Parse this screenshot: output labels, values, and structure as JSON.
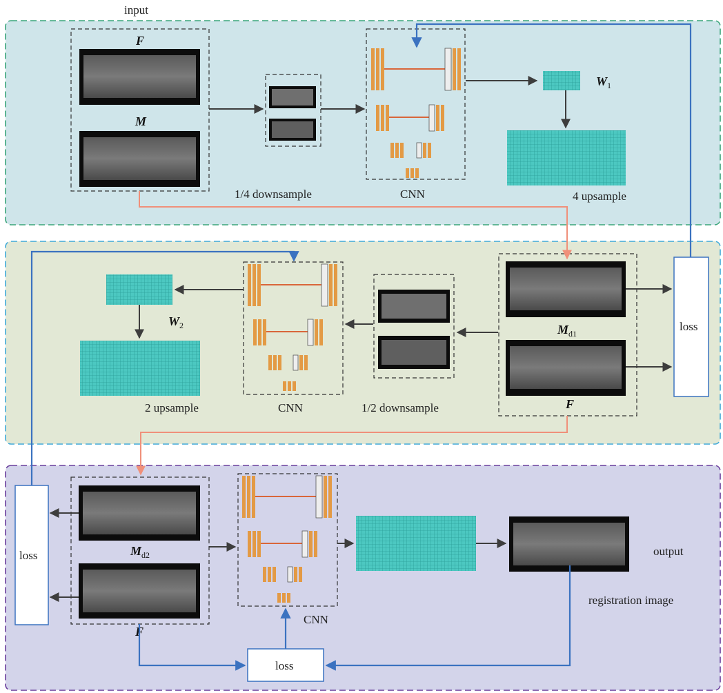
{
  "labels": {
    "input": "input",
    "output": "output",
    "registration_image": "registration image",
    "loss": "loss",
    "cnn": "CNN",
    "stage1_downsample": "1/4 downsample",
    "stage2_downsample": "1/2 downsample",
    "stage1_upsample": "4 upsample",
    "stage2_upsample": "2 upsample"
  },
  "symbols": {
    "fixed": "F",
    "moving": "M",
    "deformed1_base": "M",
    "deformed1_sub": "d1",
    "deformed2_base": "M",
    "deformed2_sub": "d2",
    "field1_base": "W",
    "field1_sub": "1",
    "field2_base": "W",
    "field2_sub": "2"
  },
  "colors": {
    "stage1_bg": "#cfe5ea",
    "stage1_border": "#3aa57a",
    "stage2_bg": "#e2e8d5",
    "stage2_border": "#3fa9d8",
    "stage3_bg": "#d3d4ea",
    "stage3_border": "#6a3e9c",
    "arrow_dark": "#3d3d3d",
    "arrow_salmon": "#f0907a",
    "arrow_blue": "#3b72c0",
    "cnn_block": "#e39a45",
    "grid_fill": "#47c7c0"
  }
}
